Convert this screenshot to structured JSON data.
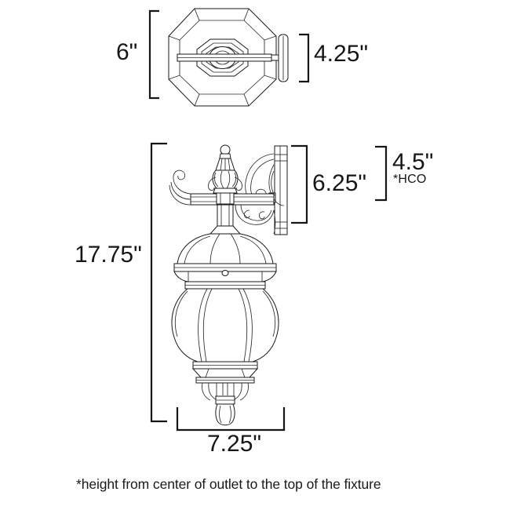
{
  "drawing": {
    "type": "dimensioned-product-line-drawing",
    "product": "outdoor wall lantern sconce",
    "views": [
      {
        "name": "top-view",
        "description": "octagonal lantern viewed from above with wall mounting plate"
      },
      {
        "name": "side-view",
        "description": "side elevation of scrolled-arm wall lantern with finial and glass body"
      }
    ]
  },
  "dimensions": {
    "top_view_width": {
      "label": "6\"",
      "value": 6,
      "unit": "in",
      "orientation": "vertical",
      "side": "left"
    },
    "top_view_depth": {
      "label": "4.25\"",
      "value": 4.25,
      "unit": "in",
      "orientation": "vertical",
      "side": "right"
    },
    "overall_height": {
      "label": "17.75\"",
      "value": 17.75,
      "unit": "in",
      "orientation": "vertical",
      "side": "left"
    },
    "backplate_height": {
      "label": "6.25\"",
      "value": 6.25,
      "unit": "in",
      "orientation": "vertical",
      "side": "right"
    },
    "height_center_outlet": {
      "label": "4.5\"",
      "value": 4.5,
      "unit": "in",
      "orientation": "vertical",
      "side": "right",
      "note": "*HCO"
    },
    "overall_width": {
      "label": "7.25\"",
      "value": 7.25,
      "unit": "in",
      "orientation": "horizontal",
      "side": "bottom"
    }
  },
  "annotations": {
    "hco_abbrev": "*HCO",
    "footnote": "*height from center of outlet to the top of the fixture"
  },
  "colors": {
    "background": "#ffffff",
    "line": "#1a1a1a",
    "text": "#161616"
  }
}
